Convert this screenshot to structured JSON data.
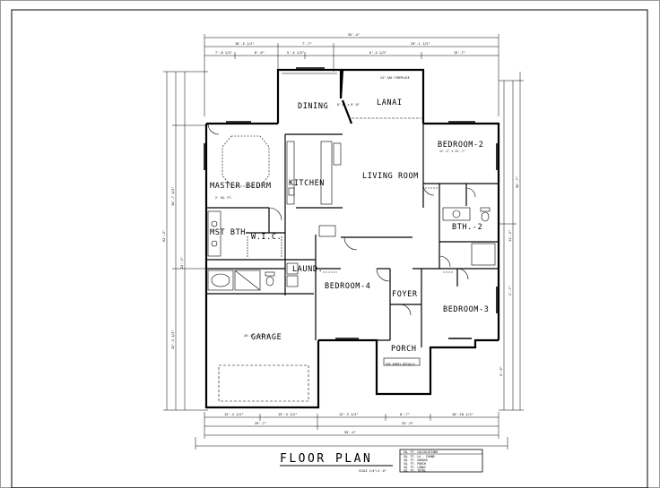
{
  "title": "FLOOR PLAN",
  "scale": "SCALE 1/4\"=1'-0\"",
  "rooms": {
    "dining": "DINING",
    "lanai": "LANAI",
    "bedroom2": "BEDROOM-2",
    "master_bedroom": "MASTER BEDRM",
    "kitchen": "KITCHEN",
    "living_room": "LIVING ROOM",
    "master_bath": "MST BTH",
    "wic": "W.I.C.",
    "bath2": "BTH.-2",
    "laundry": "LAUND.",
    "bedroom4": "BEDROOM-4",
    "foyer": "FOYER",
    "bedroom3": "BEDROOM-3",
    "garage": "GARAGE",
    "porch": "PORCH"
  },
  "sqft_table": {
    "header": "SQ. FT. CALCULATIONS",
    "rows": [
      "SQ. FT. LA - FOUND",
      "SQ. FT. GARAGE",
      "SQ. FT. PORCH",
      "SQ. FT. LANAI",
      "SQ. FT. TOTAL"
    ]
  },
  "dimensions": {
    "overall_top": "55'-4\"",
    "overall_bottom": "55'-4\"",
    "top_row": [
      "18'-5 1/2\"",
      "7'-7\"",
      "29'-1 1/2\""
    ],
    "top_row2": [
      "7'-8 1/2\"",
      "8'-0\"",
      "5'-4 1/2\"",
      "6'-4 1/2\"",
      "15'-7\""
    ],
    "bottom_row": [
      "29'-7\"",
      "25'-9\""
    ],
    "bottom_row2": [
      "15'-4 1/2\"",
      "15'-4 1/2\"",
      "13'-3 1/2\"",
      "8'-7\"",
      "10'-10 1/2\""
    ],
    "left": [
      "34'-7 1/2\"",
      "25'-3 1/2\"",
      "22'-3\"",
      "62'-3\""
    ],
    "right": [
      "56'-7\"",
      "11'-3\"",
      "2'-7\"",
      "5'-0\""
    ]
  }
}
